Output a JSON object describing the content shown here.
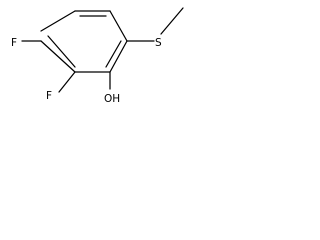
{
  "molecule": {
    "atoms": {
      "fluorine_upper": "F",
      "fluorine_lower": "F",
      "hydroxyl": "OH",
      "sulfur": "S"
    }
  }
}
